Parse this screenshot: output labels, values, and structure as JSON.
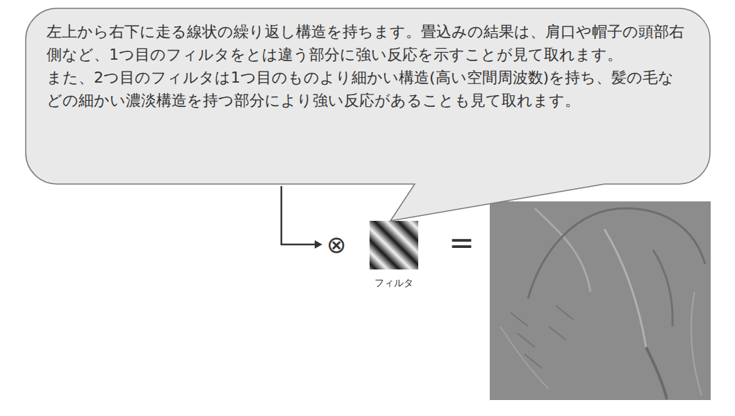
{
  "diagram": {
    "nodes": [
      {
        "text": [
          "左上から右下に走る線状の繰り返し構造を持ちます。畳込みの結果は、肩口や帽子の頭部右側など、1つ目のフィルタをとは違う部分に強い反応を示すことが見て取れます。",
          "また、2つ目のフィルタは1つ目のものより細かい構造(高い空間周波数)を持ち、髪の毛などの細かい濃淡構造を持つ部分により強い反応があることも見て取れます。"
        ]
      },
      {
        "text": [
          "フィルタ"
        ]
      }
    ],
    "labels": [
      "⊗",
      "="
    ]
  }
}
